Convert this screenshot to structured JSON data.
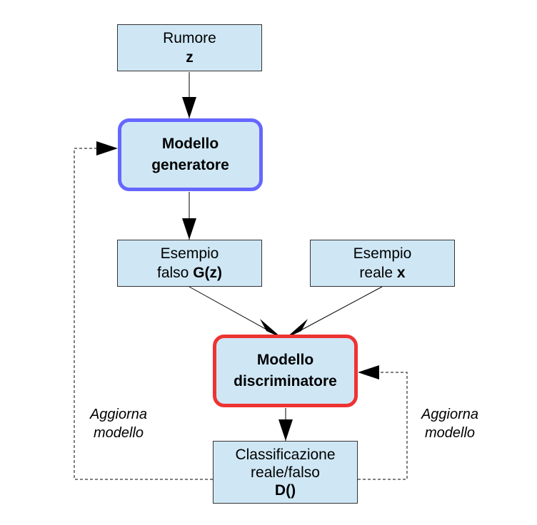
{
  "diagram": {
    "noise": {
      "title": "Rumore",
      "symbol": "z"
    },
    "generator": {
      "line1": "Modello",
      "line2": "generatore"
    },
    "fake_sample": {
      "line1": "Esempio",
      "line2_prefix": "falso ",
      "line2_symbol": "G(z)"
    },
    "real_sample": {
      "line1": "Esempio",
      "line2_prefix": "reale ",
      "line2_symbol": "x"
    },
    "discriminator": {
      "line1": "Modello",
      "line2": "discriminatore"
    },
    "classification": {
      "line1": "Classificazione",
      "line2": "reale/falso",
      "symbol": "D()"
    },
    "update_left": {
      "line1": "Aggiorna",
      "line2": "modello"
    },
    "update_right": {
      "line1": "Aggiorna",
      "line2": "modello"
    }
  },
  "colors": {
    "box_fill": "#cfe7f5",
    "generator_border": "#6666ff",
    "discriminator_border": "#ee3333",
    "connector": "#000000"
  }
}
